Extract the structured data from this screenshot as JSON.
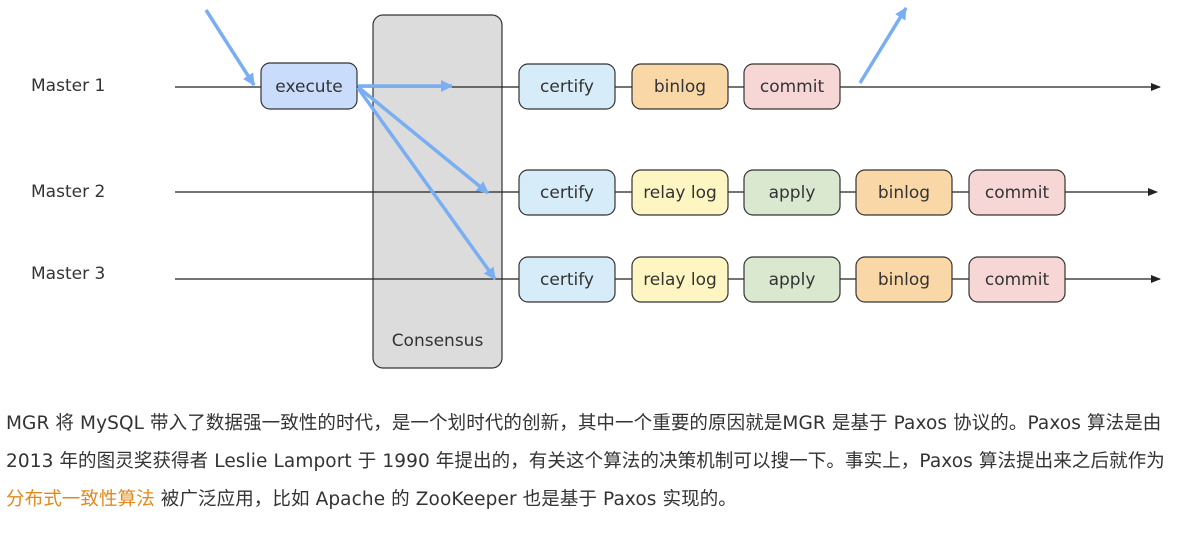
{
  "diagram": {
    "consensus_label": "Consensus",
    "masters": [
      {
        "label": "Master 1",
        "steps": [
          "certify",
          "binlog",
          "commit"
        ],
        "colors": [
          "#d6ecf8",
          "#f9d7a6",
          "#f7d6d6"
        ]
      },
      {
        "label": "Master 2",
        "steps": [
          "certify",
          "relay log",
          "apply",
          "binlog",
          "commit"
        ],
        "colors": [
          "#d6ecf8",
          "#fdf6c3",
          "#d9e8cf",
          "#f9d7a6",
          "#f7d6d6"
        ]
      },
      {
        "label": "Master 3",
        "steps": [
          "certify",
          "relay log",
          "apply",
          "binlog",
          "commit"
        ],
        "colors": [
          "#d6ecf8",
          "#fdf6c3",
          "#d9e8cf",
          "#f9d7a6",
          "#f7d6d6"
        ]
      }
    ],
    "execute_label": "execute",
    "execute_color": "#c9dcfb",
    "arrow_color": "#7aaef2",
    "consensus_color": "#dcdcdc"
  },
  "text": {
    "part1": "MGR 将 MySQL 带入了数据强一致性的时代，是一个划时代的创新，其中一个重要的原因就是MGR 是基于 Paxos 协议的。Paxos 算法是由 2013 年的图灵奖获得者 Leslie Lamport 于 1990 年提出的，有关这个算法的决策机制可以搜一下。事实上，Paxos 算法提出来之后就作为 ",
    "highlight": "分布式一致性算法",
    "part2": " 被广泛应用，比如 Apache 的 ZooKeeper 也是基于 Paxos 实现的。",
    "highlight_color": "#e08a1e"
  }
}
